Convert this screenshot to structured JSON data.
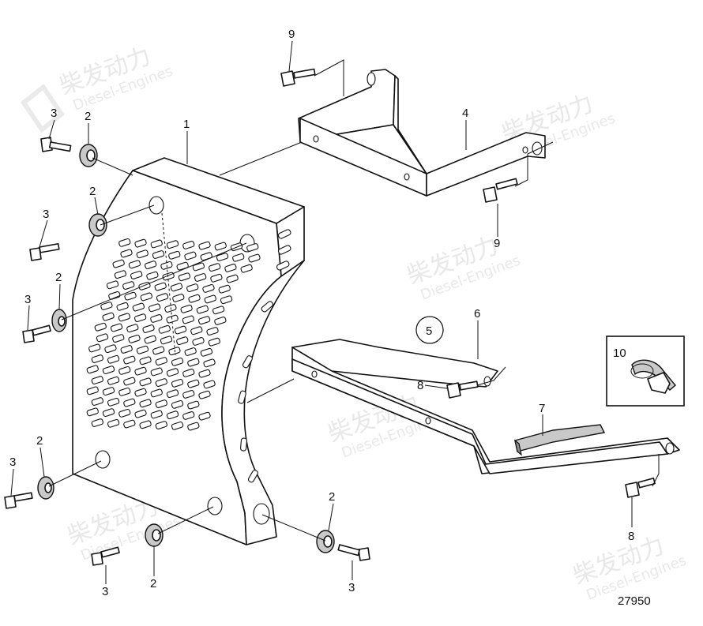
{
  "figure_number": "27950",
  "watermark": {
    "brand_cn": "柴发动力",
    "brand_en": "Diesel-Engines"
  },
  "callouts": {
    "c1": "1",
    "c2a": "2",
    "c2b": "2",
    "c2c": "2",
    "c2d": "2",
    "c2e": "2",
    "c2f": "2",
    "c3a": "3",
    "c3b": "3",
    "c3c": "3",
    "c3d": "3",
    "c3e": "3",
    "c3f": "3",
    "c4": "4",
    "c5": "5",
    "c6": "6",
    "c7": "7",
    "c8a": "8",
    "c8b": "8",
    "c9a": "9",
    "c9b": "9",
    "c10": "10"
  },
  "colors": {
    "line": "#111111",
    "part_fill": "#ffffff",
    "grey_fill": "#c9c9c9",
    "dark_grey": "#8d8d8d",
    "watermark": "#e6e6e6"
  }
}
